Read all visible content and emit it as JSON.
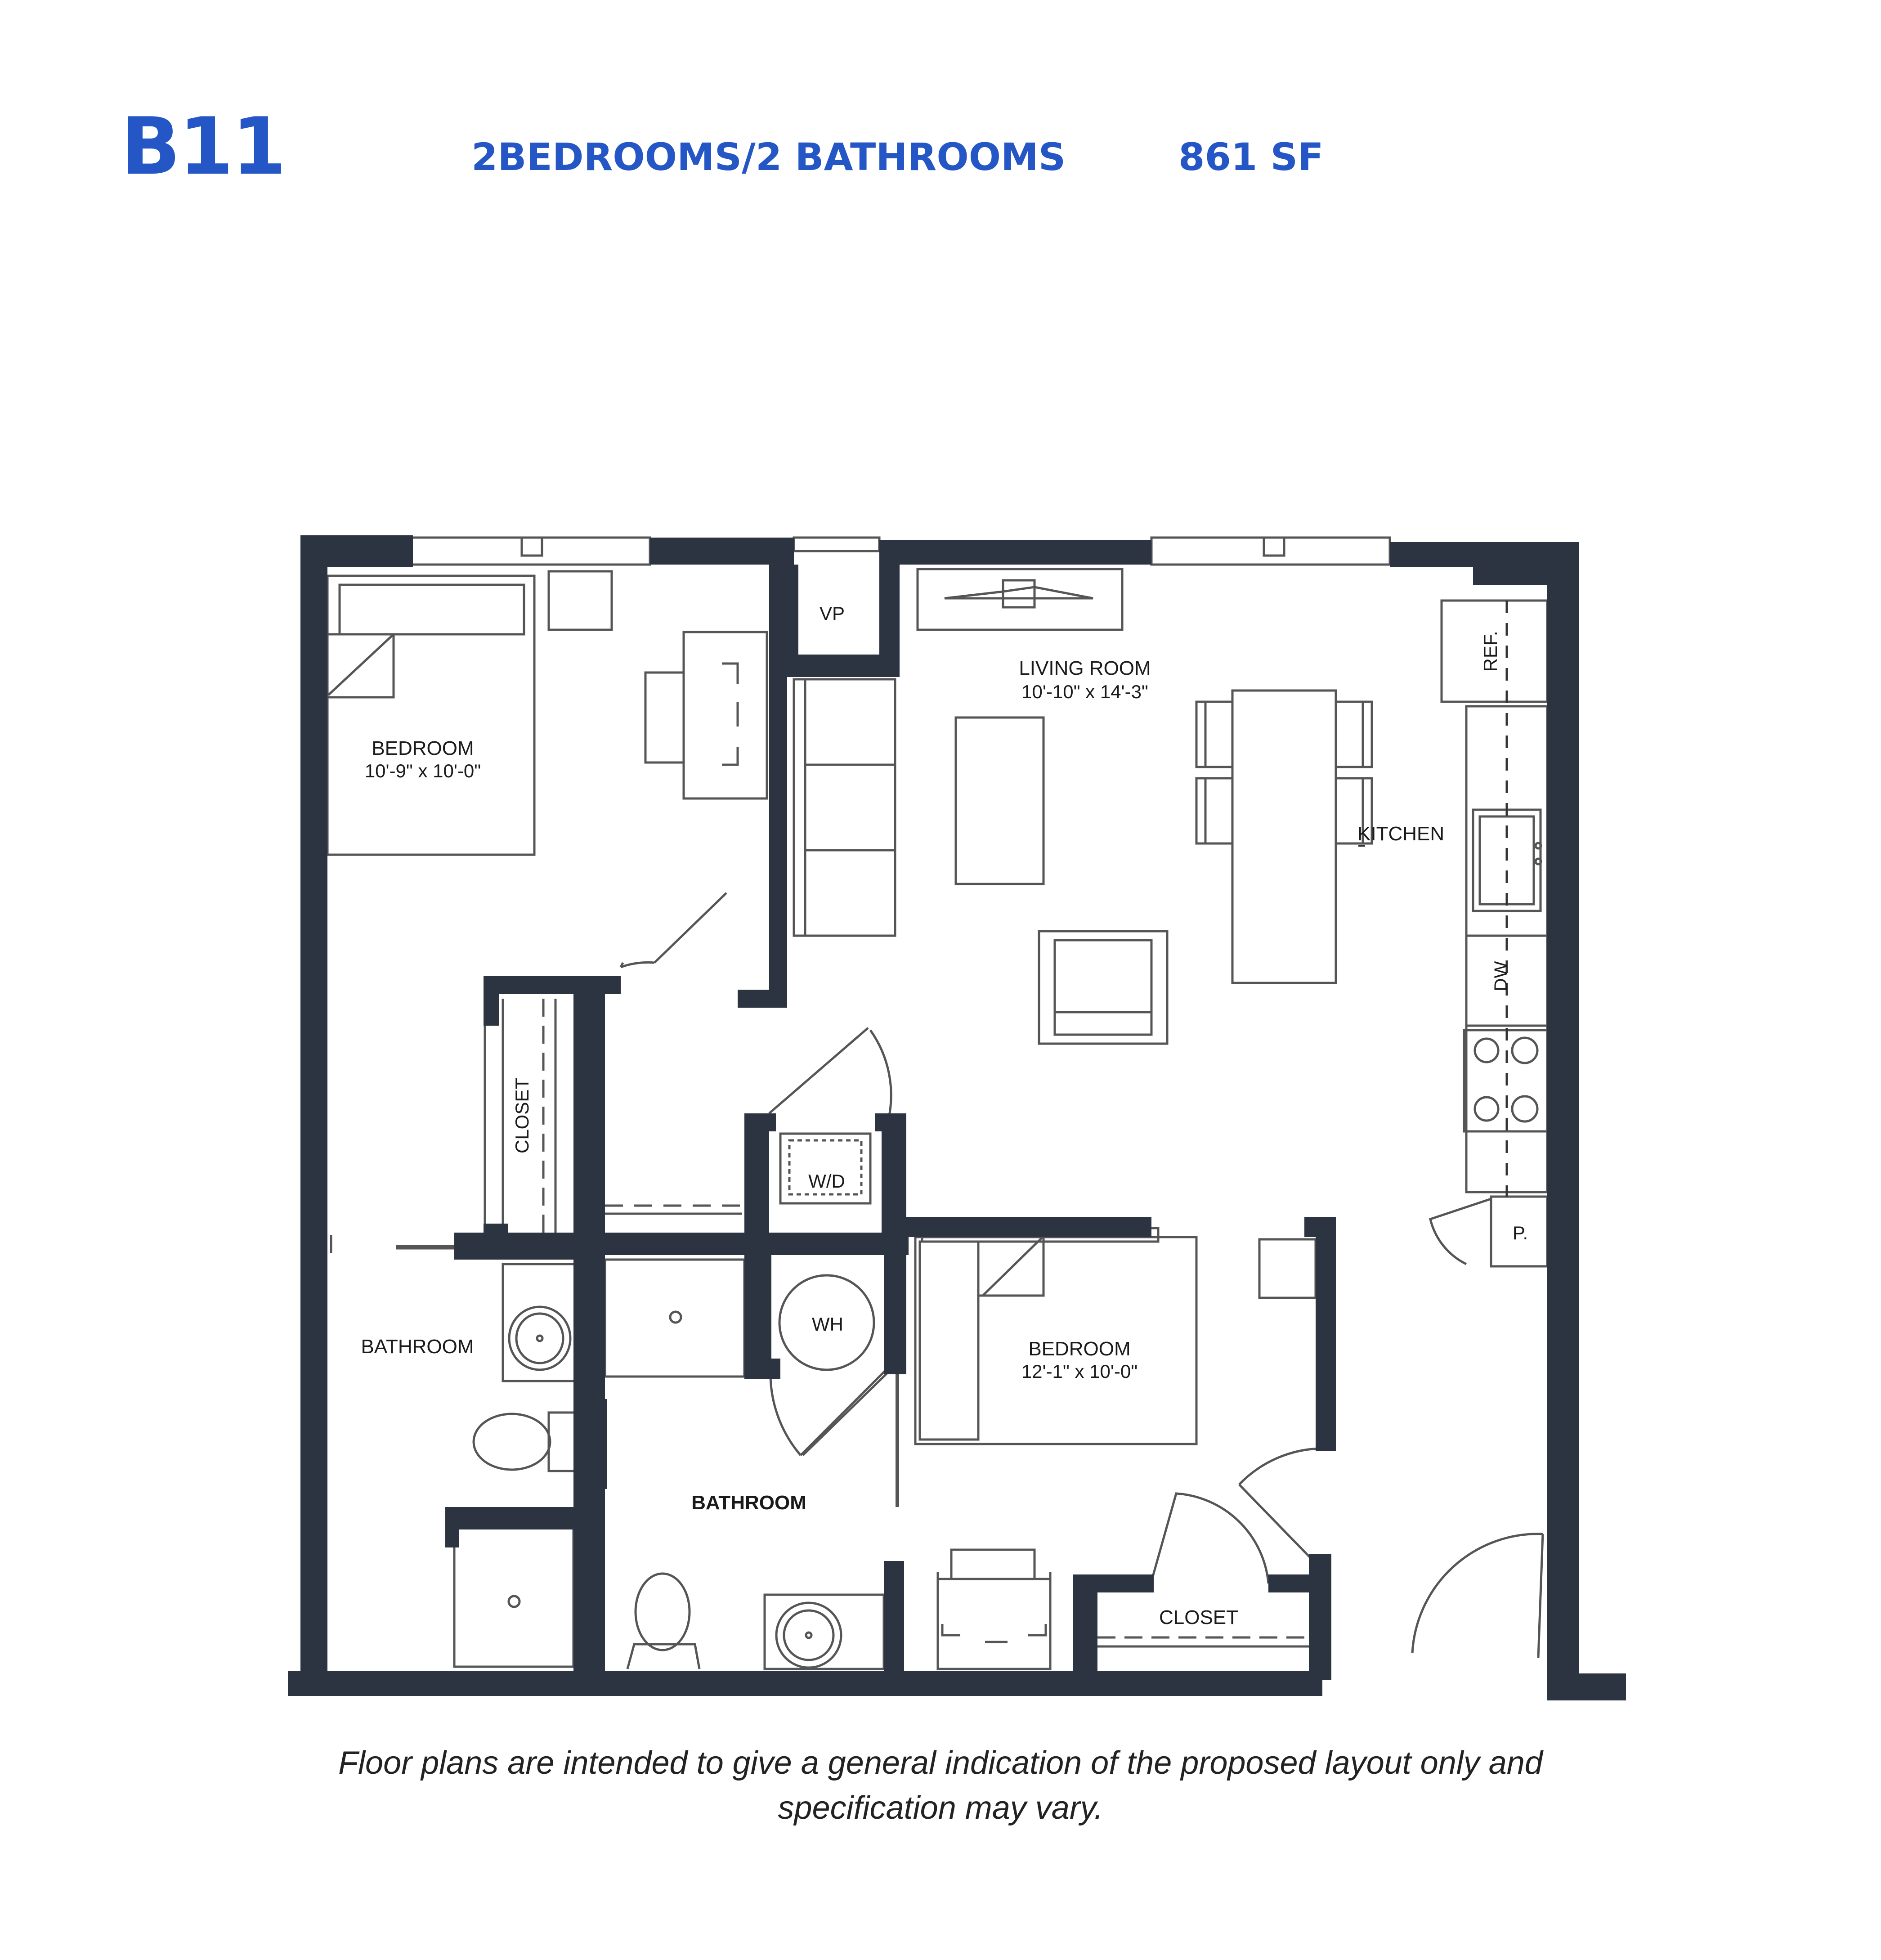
{
  "header": {
    "unit_code": "B11",
    "unit_type": "2BEDROOMS/2 BATHROOMS",
    "area": "861 SF"
  },
  "rooms": {
    "bedroom_1": {
      "name": "BEDROOM",
      "size": "10'-9\" x 10'-0\""
    },
    "living_room": {
      "name": "LIVING ROOM",
      "size": "10'-10\" x 14'-3\""
    },
    "kitchen": {
      "name": "KITCHEN"
    },
    "bedroom_2": {
      "name": "BEDROOM",
      "size": "12'-1\" x 10'-0\""
    },
    "bathroom_1": {
      "name": "BATHROOM"
    },
    "bathroom_2": {
      "name": "BATHROOM"
    },
    "closet_1": {
      "name": "CLOSET"
    },
    "closet_2": {
      "name": "CLOSET"
    }
  },
  "fixtures": {
    "vp": "VP",
    "ref": "REF.",
    "dw": "DW",
    "wd": "W/D",
    "wh": "WH",
    "pantry": "P."
  },
  "disclaimer": {
    "line1": "Floor plans are intended to give a general indication of the proposed layout only and",
    "line2": "specification may vary."
  },
  "colors": {
    "brand": "#2457c5",
    "wall": "#2d3441"
  }
}
